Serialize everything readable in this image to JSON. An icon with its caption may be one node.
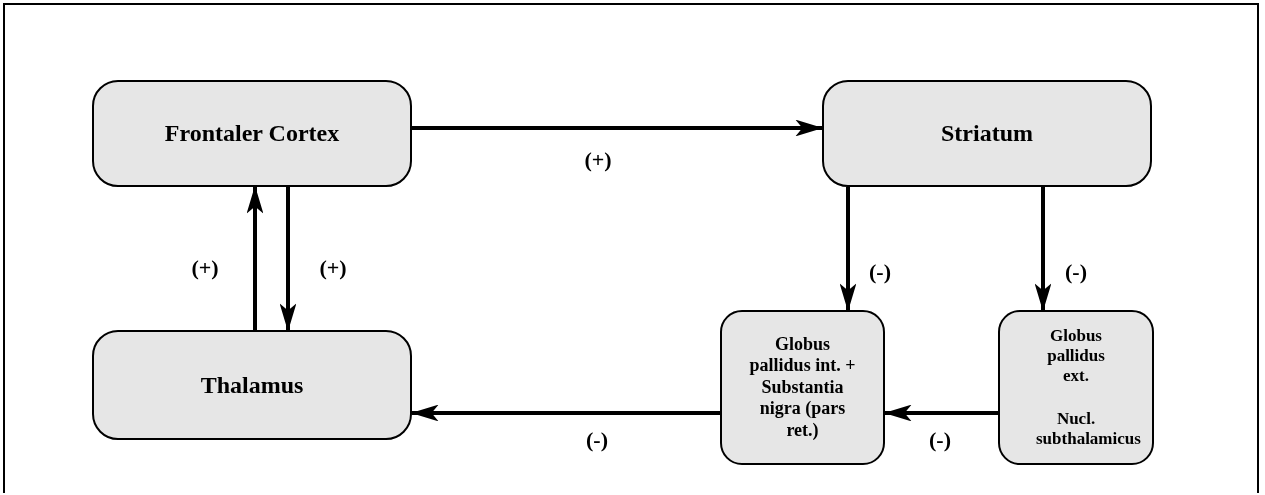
{
  "diagram": {
    "nodes": [
      {
        "text": [
          "Frontaler Cortex"
        ]
      },
      {
        "text": [
          "Striatum"
        ]
      },
      {
        "text": [
          "Globus pallidus int. + Substantia nigra (pars ret.)"
        ]
      },
      {
        "text": [
          "Globus pallidus ext.",
          "Nucl. subthalamicus"
        ]
      },
      {
        "text": [
          "Thalamus"
        ]
      }
    ],
    "edges": [
      {
        "from": 0,
        "to": 1,
        "arrow": "to",
        "label": "(+)"
      },
      {
        "from": 4,
        "to": 0,
        "arrow": "to",
        "label": "(+)"
      },
      {
        "from": 0,
        "to": 4,
        "arrow": "to",
        "label": "(+)"
      },
      {
        "from": 1,
        "to": 2,
        "arrow": "to",
        "label": "(-)"
      },
      {
        "from": 1,
        "to": 3,
        "arrow": "to",
        "label": "(-)"
      },
      {
        "from": 3,
        "to": 2,
        "arrow": "to",
        "label": "(-)"
      },
      {
        "from": 2,
        "to": 4,
        "arrow": "to",
        "label": "(-)"
      }
    ]
  }
}
